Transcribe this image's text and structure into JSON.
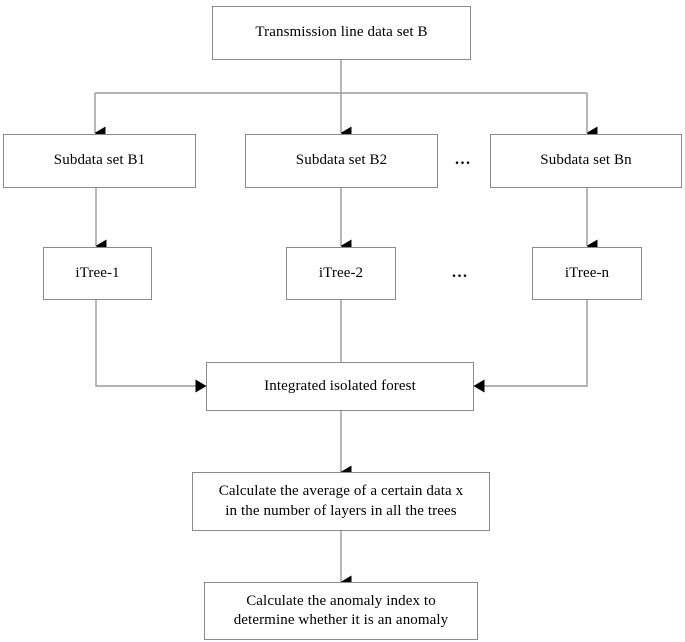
{
  "diagram": {
    "title": "Transmission line data set B",
    "type": "flowchart",
    "nodes": {
      "root": {
        "label": "Transmission line data set B"
      },
      "subdata_b1": {
        "label": "Subdata set B1"
      },
      "subdata_b2": {
        "label": "Subdata set B2"
      },
      "subdata_bn": {
        "label": "Subdata set Bn"
      },
      "itree_1": {
        "label": "iTree-1"
      },
      "itree_2": {
        "label": "iTree-2"
      },
      "itree_n": {
        "label": "iTree-n"
      },
      "integrated_forest": {
        "label": "Integrated isolated forest"
      },
      "calculate_average": {
        "label": "Calculate the average of a certain data x\nin the number of layers in all the trees"
      },
      "anomaly_index": {
        "label": "Calculate the anomaly index to\ndetermine whether it is an anomaly"
      }
    },
    "ellipses": {
      "subdata_row": "...",
      "itree_row": "..."
    },
    "colors": {
      "border": "#8a8a8a",
      "connector": "#9a9a9a",
      "arrowhead": "#000000",
      "text": "#000000",
      "background": "#ffffff"
    }
  }
}
